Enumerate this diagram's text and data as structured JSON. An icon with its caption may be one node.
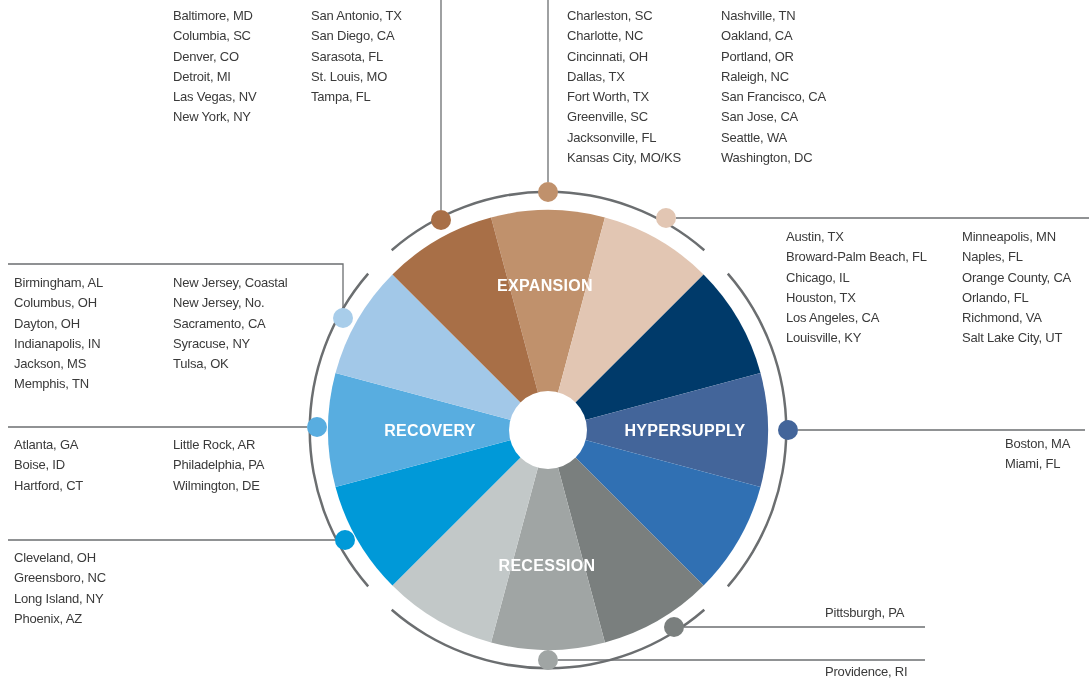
{
  "diagram": {
    "nodes": [
      {
        "text": [
          "Baltimore, MD",
          "Columbia, SC",
          "Denver, CO",
          "Detroit, MI",
          "Las Vegas, NV",
          "New York, NY",
          "San Antonio, TX",
          "San Diego, CA",
          "Sarasota, FL",
          "St. Louis, MO",
          "Tampa, FL"
        ]
      },
      {
        "text": [
          "Charleston, SC",
          "Charlotte, NC",
          "Cincinnati, OH",
          "Dallas, TX",
          "Fort Worth, TX",
          "Greenville, SC",
          "Jacksonville, FL",
          "Kansas City, MO/KS",
          "Nashville, TN",
          "Oakland, CA",
          "Portland, OR",
          "Raleigh, NC",
          "San Francisco, CA",
          "San Jose, CA",
          "Seattle, WA",
          "Washington, DC"
        ]
      },
      {
        "text": [
          "Austin, TX",
          "Broward-Palm Beach, FL",
          "Chicago, IL",
          "Houston, TX",
          "Los Angeles, CA",
          "Louisville, KY",
          "Minneapolis, MN",
          "Naples, FL",
          "Orange County, CA",
          "Orlando, FL",
          "Richmond, VA",
          "Salt Lake City, UT"
        ]
      },
      {
        "text": [
          "Birmingham, AL",
          "Columbus, OH",
          "Dayton, OH",
          "Indianapolis, IN",
          "Jackson, MS",
          "Memphis, TN",
          "New Jersey, Coastal",
          "New Jersey, No.",
          "Sacramento, CA",
          "Syracuse, NY",
          "Tulsa, OK"
        ]
      },
      {
        "text": [
          "Atlanta, GA",
          "Boise, ID",
          "Hartford, CT",
          "Little Rock, AR",
          "Philadelphia, PA",
          "Wilmington, DE"
        ]
      },
      {
        "text": [
          "Boston, MA",
          "Miami, FL"
        ]
      },
      {
        "text": [
          "Cleveland, OH",
          "Greensboro, NC",
          "Long Island, NY",
          "Phoenix, AZ"
        ]
      },
      {
        "text": [
          "Pittsburgh, PA"
        ]
      },
      {
        "text": [
          "Providence, RI"
        ]
      },
      {
        "text": [],
        "shape": "circle"
      },
      {
        "text": [],
        "shape": "circle"
      },
      {
        "text": [],
        "shape": "circle"
      },
      {
        "text": [],
        "shape": "circle"
      },
      {
        "text": [],
        "shape": "circle"
      },
      {
        "text": [],
        "shape": "circle"
      },
      {
        "text": [],
        "shape": "circle"
      },
      {
        "text": [],
        "shape": "circle"
      },
      {
        "text": [],
        "shape": "circle"
      }
    ],
    "edges": [
      {
        "from": 0,
        "to": 12,
        "arrow": "none"
      },
      {
        "from": 1,
        "to": 13,
        "arrow": "none"
      },
      {
        "from": 2,
        "to": 15,
        "arrow": "none"
      },
      {
        "from": 3,
        "to": 10,
        "arrow": "none"
      },
      {
        "from": 4,
        "to": 9,
        "arrow": "none"
      },
      {
        "from": 5,
        "to": 17,
        "arrow": "none"
      },
      {
        "from": 6,
        "to": 11,
        "arrow": "none"
      },
      {
        "from": 7,
        "to": 16,
        "arrow": "none"
      },
      {
        "from": 8,
        "to": 14,
        "arrow": "none"
      }
    ],
    "labels": [
      "EXPANSION",
      "RECOVERY",
      "HYPERSUPPLY",
      "RECESSION"
    ]
  }
}
